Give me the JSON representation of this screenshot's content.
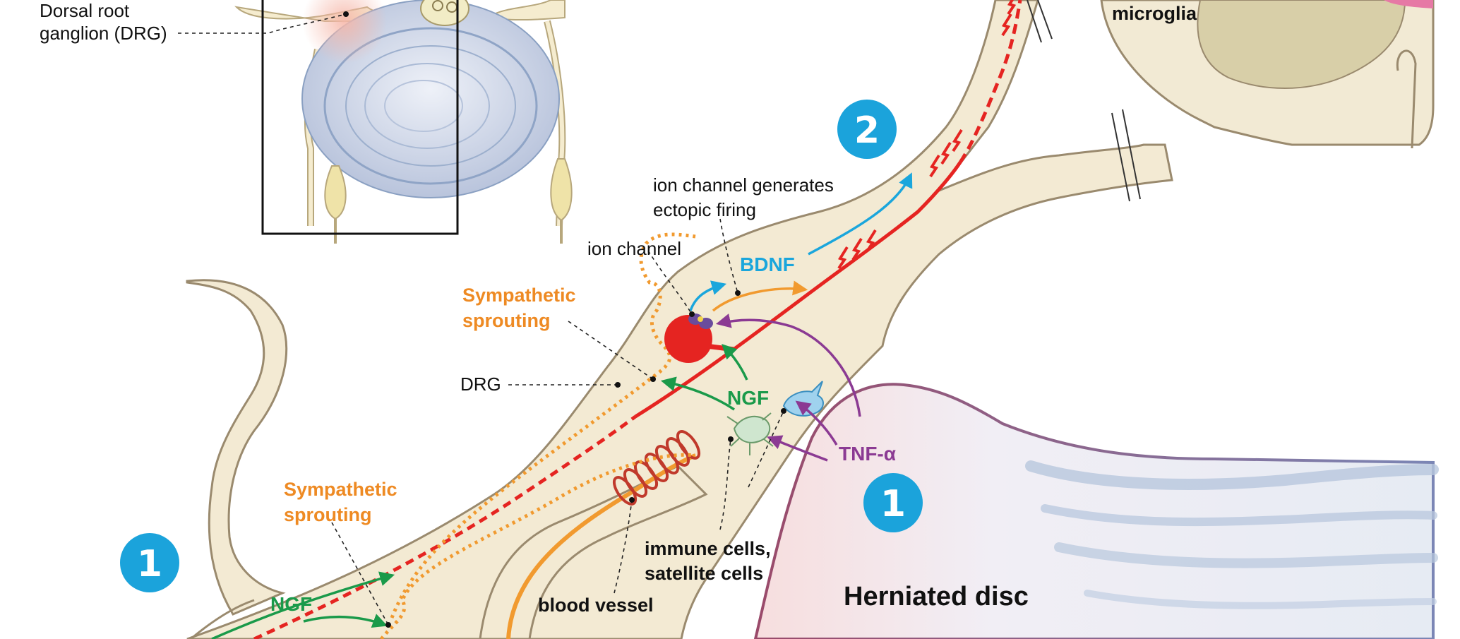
{
  "labels": {
    "drg_top": [
      "Dorsal root",
      "ganglion (DRG)"
    ],
    "microglia": "microglia",
    "ion_channel_fires": [
      "ion channel generates",
      "ectopic firing"
    ],
    "ion_channel": "ion channel",
    "bdnf": "BDNF",
    "symp_upper": [
      "Sympathetic",
      "sprouting"
    ],
    "drg": "DRG",
    "ngf_upper": "NGF",
    "tnf": "TNF-α",
    "symp_lower": [
      "Sympathetic",
      "sprouting"
    ],
    "immune": [
      "immune cells,",
      "satellite cells"
    ],
    "blood_vessel": "blood vessel",
    "ngf_lower": "NGF",
    "herniated": "Herniated disc"
  },
  "badges": [
    "2",
    "1",
    "1"
  ],
  "colors": {
    "tissue": "#f3ead3",
    "tissue_outline": "#9a8a6e",
    "nerve_red": "#e52421",
    "sympathetic_orange": "#f19a2f",
    "ngf_green": "#1a9a4a",
    "bdnf_blue": "#1aa6dc",
    "tnf_purple": "#8b3a93",
    "badge_blue": "#1ba3db",
    "disc_blue": "#c9d3e6"
  },
  "icons": [
    "neuron-cell-body-icon",
    "ion-channel-icon",
    "microglia-cell-icon",
    "satellite-cell-icon",
    "blood-vessel-coil-icon",
    "spinal-vertebra-icon"
  ]
}
